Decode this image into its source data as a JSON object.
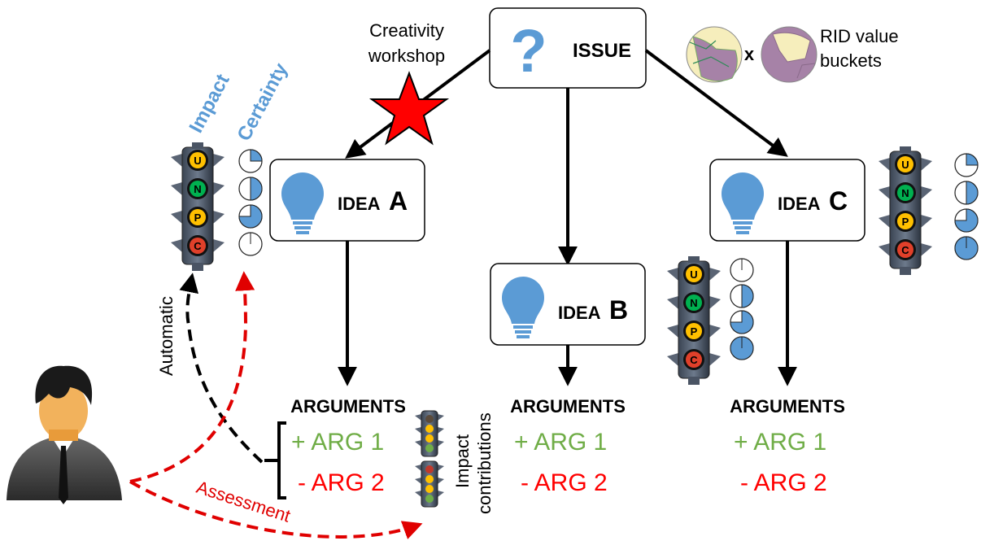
{
  "issue": {
    "icon": "question-mark-icon",
    "label": "ISSUE"
  },
  "creativity_workshop": {
    "line1": "Creativity",
    "line2": "workshop"
  },
  "rid": {
    "line1": "RID value",
    "line2": "buckets",
    "cross": "x"
  },
  "axis_labels": {
    "impact": "Impact",
    "certainty": "Certainty"
  },
  "ideas": [
    {
      "prefix": "IDEA",
      "letter": "A"
    },
    {
      "prefix": "IDEA",
      "letter": "B"
    },
    {
      "prefix": "IDEA",
      "letter": "C"
    }
  ],
  "traffic_light_letters": [
    "U",
    "N",
    "P",
    "C"
  ],
  "certainty_levels": {
    "A": [
      0.25,
      0.5,
      0.75,
      0.0
    ],
    "B": [
      0.0,
      0.5,
      0.75,
      1.0
    ],
    "C": [
      0.25,
      0.5,
      0.75,
      1.0
    ]
  },
  "arguments": [
    {
      "header": "ARGUMENTS",
      "arg1": "+  ARG 1",
      "arg2": "- ARG 2"
    },
    {
      "header": "ARGUMENTS",
      "arg1": "+  ARG 1",
      "arg2": "- ARG 2"
    },
    {
      "header": "ARGUMENTS",
      "arg1": "+  ARG 1",
      "arg2": "- ARG 2"
    }
  ],
  "impact_contributions": {
    "line1": "Impact",
    "line2": "contributions"
  },
  "automatic": "Automatic",
  "assessment": "Assessment",
  "colors": {
    "blue": "#5b9bd5",
    "green": "#70ad47",
    "red": "#ff0000",
    "amber": "#ffc000",
    "light_green": "#00b050",
    "light_red": "#e0402a"
  }
}
